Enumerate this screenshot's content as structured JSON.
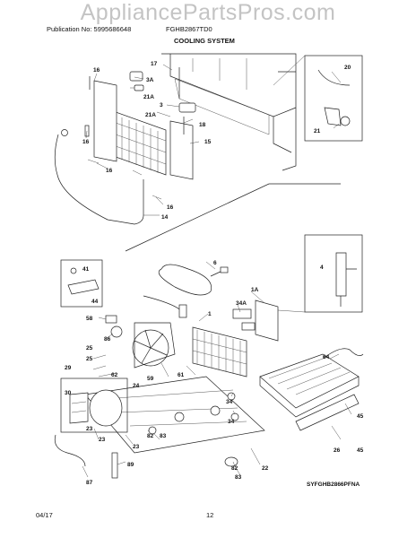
{
  "watermark": "AppliancePartsPros.com",
  "header": {
    "publication": "Publication No: 5995686648",
    "model": "FGHB2867TD0",
    "section_title": "COOLING SYSTEM"
  },
  "diagram_code": "SYFGHB2866PFNA",
  "footer": {
    "date": "04/17",
    "page": "12"
  },
  "callouts": {
    "c17": "17",
    "c3A": "3A",
    "c3": "3",
    "c20": "20",
    "c21": "21",
    "c16a": "16",
    "c21Aa": "21A",
    "c21Ab": "21A",
    "c18": "18",
    "c15": "15",
    "c16b": "16",
    "c16c": "16",
    "c16d": "16",
    "c14": "14",
    "c41": "41",
    "c44": "44",
    "c6": "6",
    "c4": "4",
    "c1A": "1A",
    "c34A": "34A",
    "c1": "1",
    "c58": "58",
    "c86": "86",
    "c25a": "25",
    "c25b": "25",
    "c62": "62",
    "c59": "59",
    "c61": "61",
    "c64": "64",
    "c29": "29",
    "c30": "30",
    "c24": "24",
    "c34a": "34",
    "c34b": "34",
    "c45a": "45",
    "c45b": "45",
    "c26": "26",
    "c23a": "23",
    "c23b": "23",
    "c82a": "82",
    "c83a": "83",
    "c82b": "82",
    "c83b": "83",
    "c22": "22",
    "c87": "87",
    "c89": "89"
  }
}
